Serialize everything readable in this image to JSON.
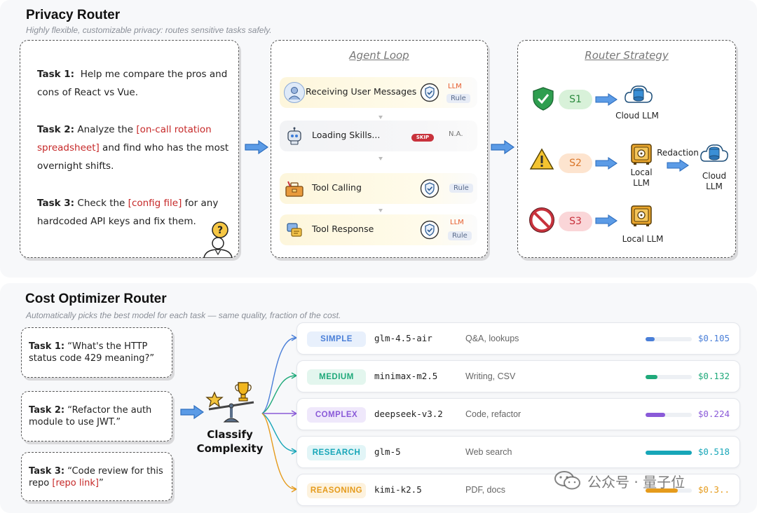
{
  "privacy": {
    "title": "Privacy Router",
    "subtitle": "Highly flexible, customizable privacy:  routes sensitive tasks safely.",
    "tasks": [
      {
        "label": "Task 1:",
        "text_a": "Help me compare the pros and cons of React vs Vue.",
        "link": "",
        "text_b": ""
      },
      {
        "label": "Task 2:",
        "text_a": "Analyze the ",
        "link": "[on-call rotation spreadsheet]",
        "text_b": " and find who has the most overnight shifts."
      },
      {
        "label": "Task 3:",
        "text_a": "Check the ",
        "link": "[config file]",
        "text_b": " for any hardcoded API keys and fix them."
      }
    ],
    "agent_loop": {
      "title": "Agent Loop",
      "steps": [
        {
          "label": "Receiving User Messages",
          "icon": "user-icon",
          "tags": [
            "LLM",
            "Rule"
          ]
        },
        {
          "label": "Loading Skills...",
          "icon": "robot-icon",
          "skip": "SKIP",
          "tags": [
            "N.A."
          ]
        },
        {
          "label": "Tool Calling",
          "icon": "toolbox-icon",
          "tags": [
            "Rule"
          ]
        },
        {
          "label": "Tool Response",
          "icon": "response-icon",
          "tags": [
            "LLM",
            "Rule"
          ]
        }
      ]
    },
    "strategy": {
      "title": "Router Strategy",
      "rows": [
        {
          "level": "S1",
          "icon": "green-shield-icon",
          "target": "Cloud LLM"
        },
        {
          "level": "S2",
          "icon": "warning-icon",
          "target": "Local LLM",
          "step": "Redaction",
          "final": "Cloud LLM"
        },
        {
          "level": "S3",
          "icon": "prohibited-icon",
          "target": "Local LLM"
        }
      ]
    }
  },
  "cost": {
    "title": "Cost Optimizer Router",
    "subtitle": "Automatically picks the best model for each task — same quality, fraction of the cost.",
    "tasks": [
      {
        "label": "Task 1:",
        "text_a": "“What's the HTTP status code  429 meaning?”",
        "link": "",
        "text_b": ""
      },
      {
        "label": "Task 2:",
        "text_a": "“Refactor the auth module to use JWT.”",
        "link": "",
        "text_b": ""
      },
      {
        "label": "Task 3:",
        "text_a": "“Code review for this repo ",
        "link": "[repo link]",
        "text_b": "”"
      }
    ],
    "classifier": "Classify Complexity",
    "tiers": [
      {
        "badge": "SIMPLE",
        "model": "glm-4.5-air",
        "desc": "Q&A, lookups",
        "price": "$0.105",
        "level": 0.2,
        "color": "#4a7fd8",
        "badge_bg": "#e8f0fc",
        "badge_fg": "#4a7fd8"
      },
      {
        "badge": "MEDIUM",
        "model": "minimax-m2.5",
        "desc": "Writing, CSV",
        "price": "$0.132",
        "level": 0.25,
        "color": "#1fa97a",
        "badge_bg": "#e3f6ee",
        "badge_fg": "#1fa97a"
      },
      {
        "badge": "COMPLEX",
        "model": "deepseek-v3.2",
        "desc": "Code, refactor",
        "price": "$0.224",
        "level": 0.43,
        "color": "#8a5ad8",
        "badge_bg": "#efe8fb",
        "badge_fg": "#8a5ad8"
      },
      {
        "badge": "RESEARCH",
        "model": "glm-5",
        "desc": "Web search",
        "price": "$0.518",
        "level": 1.0,
        "color": "#17a6b8",
        "badge_bg": "#e2f5f7",
        "badge_fg": "#17a6b8"
      },
      {
        "badge": "REASONING",
        "model": "kimi-k2.5",
        "desc": "PDF, docs",
        "price": "$0.3..",
        "level": 0.7,
        "color": "#e59b1c",
        "badge_bg": "#fdf2de",
        "badge_fg": "#e59b1c"
      }
    ]
  },
  "watermark": "公众号 · 量子位"
}
